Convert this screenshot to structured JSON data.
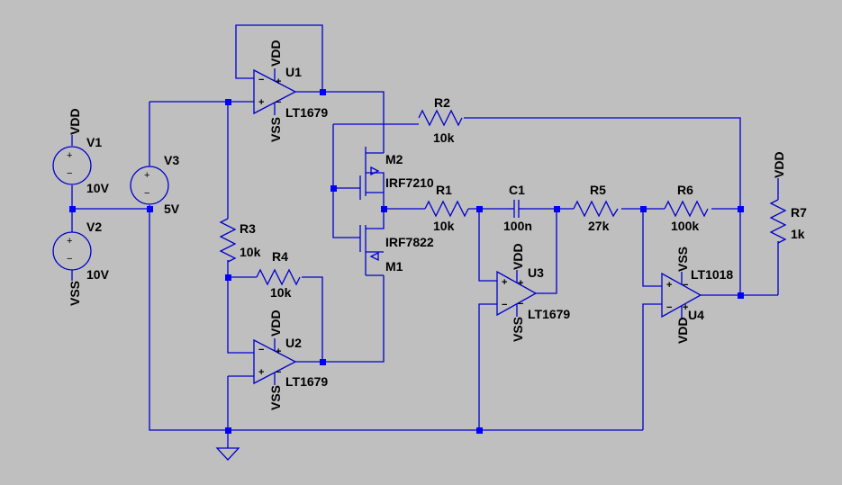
{
  "components": {
    "V1": {
      "ref": "V1",
      "value": "10V"
    },
    "V2": {
      "ref": "V2",
      "value": "10V"
    },
    "V3": {
      "ref": "V3",
      "value": "5V"
    },
    "U1": {
      "ref": "U1",
      "model": "LT1679"
    },
    "U2": {
      "ref": "U2",
      "model": "LT1679"
    },
    "U3": {
      "ref": "U3",
      "model": "LT1679"
    },
    "U4": {
      "ref": "U4",
      "model": "LT1018"
    },
    "M1": {
      "ref": "M1",
      "model": "IRF7822"
    },
    "M2": {
      "ref": "M2",
      "model": "IRF7210"
    },
    "R1": {
      "ref": "R1",
      "value": "10k"
    },
    "R2": {
      "ref": "R2",
      "value": "10k"
    },
    "R3": {
      "ref": "R3",
      "value": "10k"
    },
    "R4": {
      "ref": "R4",
      "value": "10k"
    },
    "R5": {
      "ref": "R5",
      "value": "27k"
    },
    "R6": {
      "ref": "R6",
      "value": "100k"
    },
    "R7": {
      "ref": "R7",
      "value": "1k"
    },
    "C1": {
      "ref": "C1",
      "value": "100n"
    }
  },
  "nets": {
    "vdd": "VDD",
    "vss": "VSS"
  },
  "symbols": {
    "plus": "+",
    "minus": "−"
  }
}
